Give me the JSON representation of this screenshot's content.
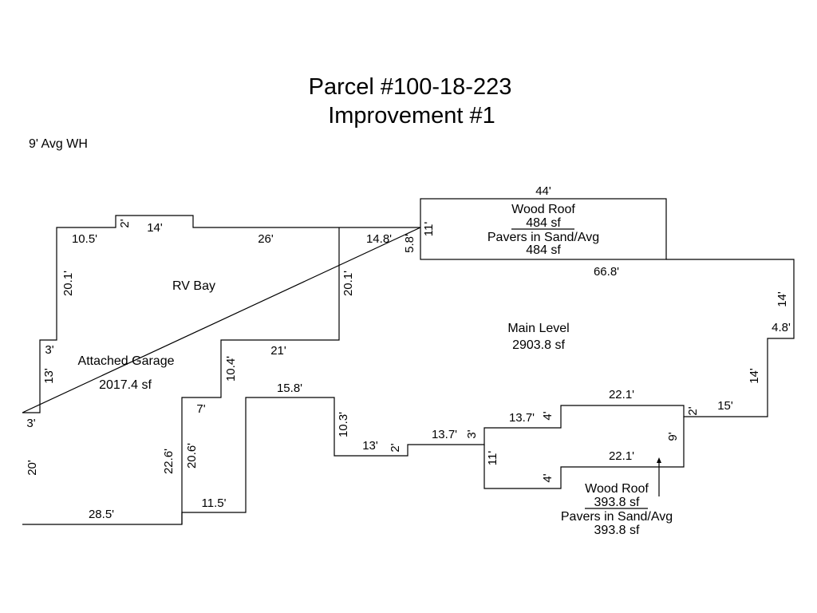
{
  "title": {
    "line1": "Parcel #100-18-223",
    "line2": "Improvement #1"
  },
  "note": "9' Avg WH",
  "areas": {
    "rv_bay": "RV Bay",
    "garage_name": "Attached Garage",
    "garage_area": "2017.4 sf",
    "main_name": "Main Level",
    "main_area": "2903.8 sf",
    "top_roof_name": "Wood Roof",
    "top_roof_area": "484 sf",
    "top_pavers_name": "Pavers in Sand/Avg",
    "top_pavers_area": "484 sf",
    "bottom_roof_name": "Wood Roof",
    "bottom_roof_area": "393.8 sf",
    "bottom_pavers_name": "Pavers in Sand/Avg",
    "bottom_pavers_area": "393.8 sf"
  },
  "dims": {
    "d44": "44'",
    "d11_top": "11'",
    "d5_8": "5.8'",
    "d14_8": "14.8'",
    "d26": "26'",
    "d14_bump": "14'",
    "d2_bump": "2'",
    "d10_5": "10.5'",
    "d20_1_left": "20.1'",
    "d20_1_mid": "20.1'",
    "d66_8": "66.8'",
    "d14_right_upper": "14'",
    "d4_8": "4.8'",
    "d14_right_lower": "14'",
    "d15": "15'",
    "d2_right": "2'",
    "d22_1_top": "22.1'",
    "d9": "9'",
    "d22_1_bottom": "22.1'",
    "d4_upper": "4'",
    "d4_lower": "4'",
    "d13_7_upper": "13.7'",
    "d13_7_lower": "13.7'",
    "d3_step": "3'",
    "d11_step": "11'",
    "d2_mid": "2'",
    "d13_mid": "13'",
    "d10_3": "10.3'",
    "d15_8": "15.8'",
    "d21": "21'",
    "d10_4": "10.4'",
    "d7": "7'",
    "d20_6": "20.6'",
    "d22_6": "22.6'",
    "d11_5": "11.5'",
    "d28_5": "28.5'",
    "d20_left": "20'",
    "d3_left_lower": "3'",
    "d13_left": "13'",
    "d3_left_upper": "3'"
  }
}
